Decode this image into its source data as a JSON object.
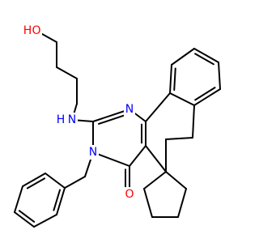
{
  "molecule": {
    "atom_labels": {
      "hydroxyl_o": "O",
      "hydroxyl_h": "H",
      "amine_n": "N",
      "amine_h": "H",
      "ring_n1": "N",
      "ring_n3": "N",
      "carbonyl_o": "O"
    },
    "colors": {
      "bond": "#000000",
      "nitrogen": "#0000FF",
      "oxygen": "#FF0000",
      "carbon": "#000000"
    }
  }
}
